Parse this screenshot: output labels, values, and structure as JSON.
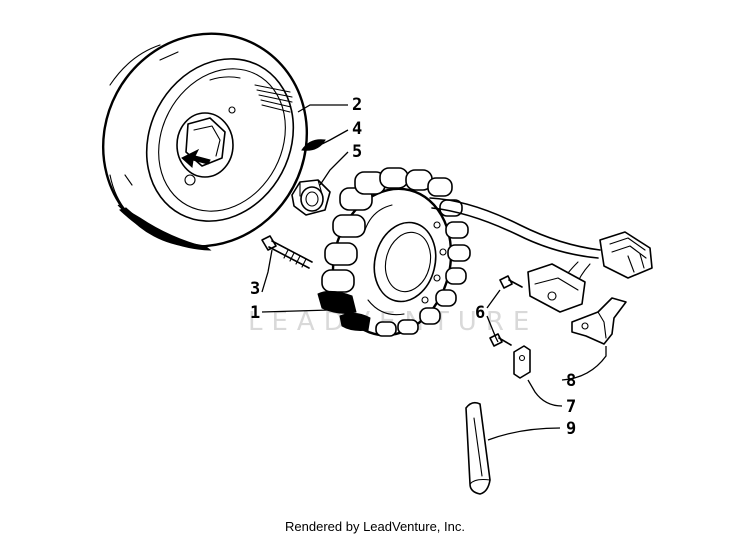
{
  "watermark": "LEADVENTURE",
  "footer": "Rendered by LeadVenture, Inc.",
  "callouts": {
    "c1": "1",
    "c2": "2",
    "c3": "3",
    "c4": "4",
    "c5": "5",
    "c6": "6",
    "c7": "7",
    "c8": "8",
    "c9": "9"
  }
}
